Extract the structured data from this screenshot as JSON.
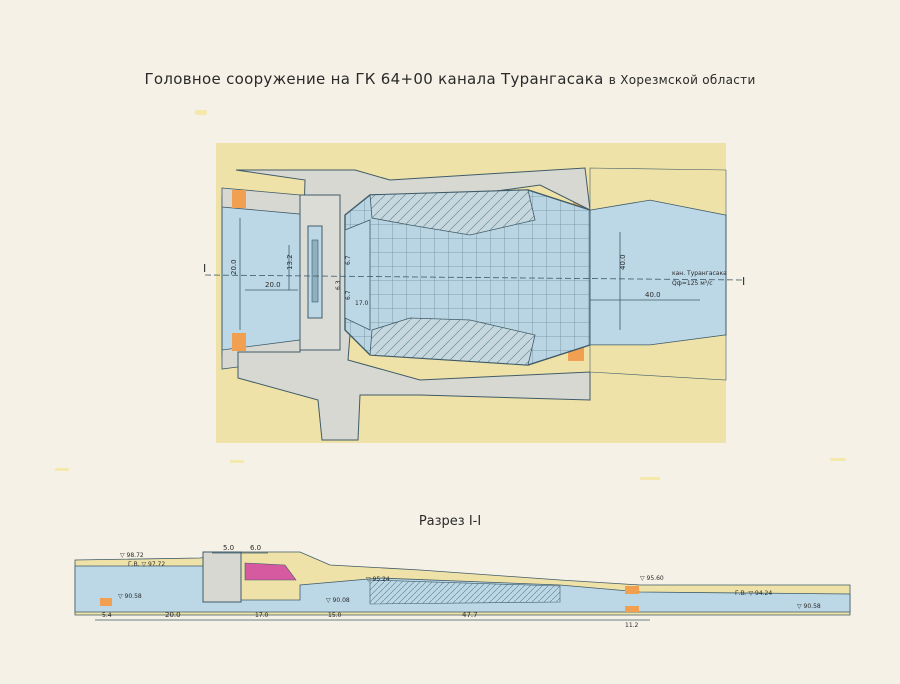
{
  "title": {
    "main": "Головное сооружение  на ГК 64+00 канала Турангасака",
    "suffix": "в Хорезмской области"
  },
  "plan": {
    "section_marker": "I",
    "dims": {
      "width_20": "20.0",
      "width_13_2": "13.2",
      "d_6_7a": "6.7",
      "d_6_7b": "6.7",
      "d_6_3": "6.3",
      "d_17": "17.0",
      "d_40a": "40.0",
      "d_40b": "40.0",
      "d_20v": "20.0"
    },
    "canal_label_line1": "кан. Турангасака",
    "canal_label_line2": "Qф=125 м³/с"
  },
  "section": {
    "title": "Разрез I-I",
    "elevations": {
      "e1": "▽ 98.72",
      "e2": "Г.В. ▽ 97.72",
      "e3": "▽ 90.58",
      "e4": "▽ 90.08",
      "e5": "▽ 95.24",
      "e6": "▽ 95.60",
      "e7": "Г.В. ▽ 94.24",
      "e8": "▽ 90.58"
    },
    "top_dims": {
      "a": "5.0",
      "b": "6.0"
    },
    "bottom_dims": {
      "a": "5.4",
      "b": "20.0",
      "c": "17.0",
      "d": "15.0",
      "e": "47.7",
      "f": "11.2"
    }
  },
  "colors": {
    "paper": "#f5f1e6",
    "sand": "#efe2a8",
    "water": "#bcd7e6",
    "concrete": "#d8d8d2",
    "orange": "#f0a050",
    "magenta": "#d65aa0",
    "line": "#3f5b68"
  }
}
